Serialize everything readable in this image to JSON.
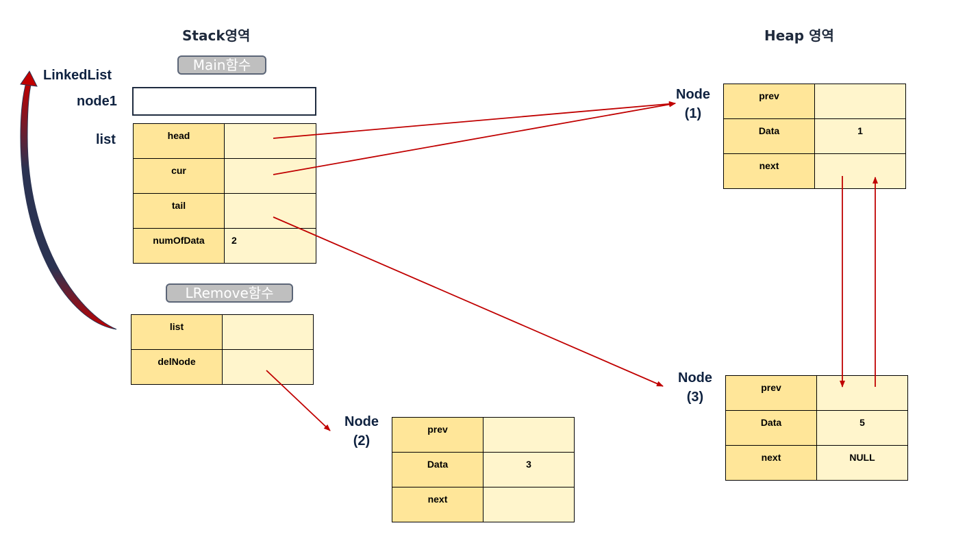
{
  "headings": {
    "stack": "Stack영역",
    "heap": "Heap 영역"
  },
  "functions": {
    "main": "Main함수",
    "lremove": "LRemove함수"
  },
  "labels": {
    "linkedlist": "LinkedList",
    "node1": "node1",
    "list": "list"
  },
  "list_struct": [
    {
      "key": "head",
      "value": ""
    },
    {
      "key": "cur",
      "value": ""
    },
    {
      "key": "tail",
      "value": ""
    },
    {
      "key": "numOfData",
      "value": "2"
    }
  ],
  "lremove_vars": [
    {
      "key": "list",
      "value": ""
    },
    {
      "key": "delNode",
      "value": ""
    }
  ],
  "nodes": {
    "n1": {
      "title": "Node",
      "index": "(1)",
      "fields": [
        {
          "key": "prev",
          "value": ""
        },
        {
          "key": "Data",
          "value": "1"
        },
        {
          "key": "next",
          "value": ""
        }
      ]
    },
    "n2": {
      "title": "Node",
      "index": "(2)",
      "fields": [
        {
          "key": "prev",
          "value": ""
        },
        {
          "key": "Data",
          "value": "3"
        },
        {
          "key": "next",
          "value": ""
        }
      ]
    },
    "n3": {
      "title": "Node",
      "index": "(3)",
      "fields": [
        {
          "key": "prev",
          "value": ""
        },
        {
          "key": "Data",
          "value": "5"
        },
        {
          "key": "next",
          "value": "NULL"
        }
      ]
    }
  },
  "colors": {
    "key_cell": "#ffe699",
    "value_cell": "#fff5cc",
    "arrow": "#c00000",
    "pill_bg": "#bfbfbf",
    "curved_arrow": "#2b3352"
  }
}
